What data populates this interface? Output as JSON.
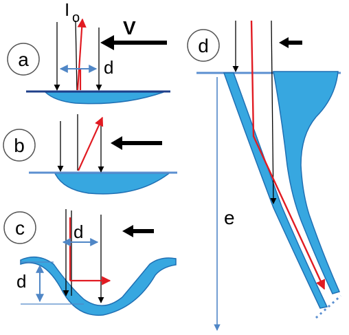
{
  "panels": {
    "a": {
      "circle_label": "a",
      "beam_label": "I",
      "beam_subscript": "o",
      "velocity_label": "V",
      "width_label": "d"
    },
    "b": {
      "circle_label": "b"
    },
    "c": {
      "circle_label": "c",
      "width_label": "d",
      "depth_label": "d"
    },
    "d": {
      "circle_label": "d",
      "length_label": "e"
    }
  },
  "colors": {
    "fluid_fill": "#37a7e0",
    "fluid_edge": "#1f6fb3",
    "surface_line": "#5b8fd0",
    "surface_dark": "#1f3f8a",
    "incident_ray": "#000000",
    "reflected_ray": "#e11b22",
    "dimension": "#4f86c6",
    "velocity_arrow": "#000000"
  }
}
